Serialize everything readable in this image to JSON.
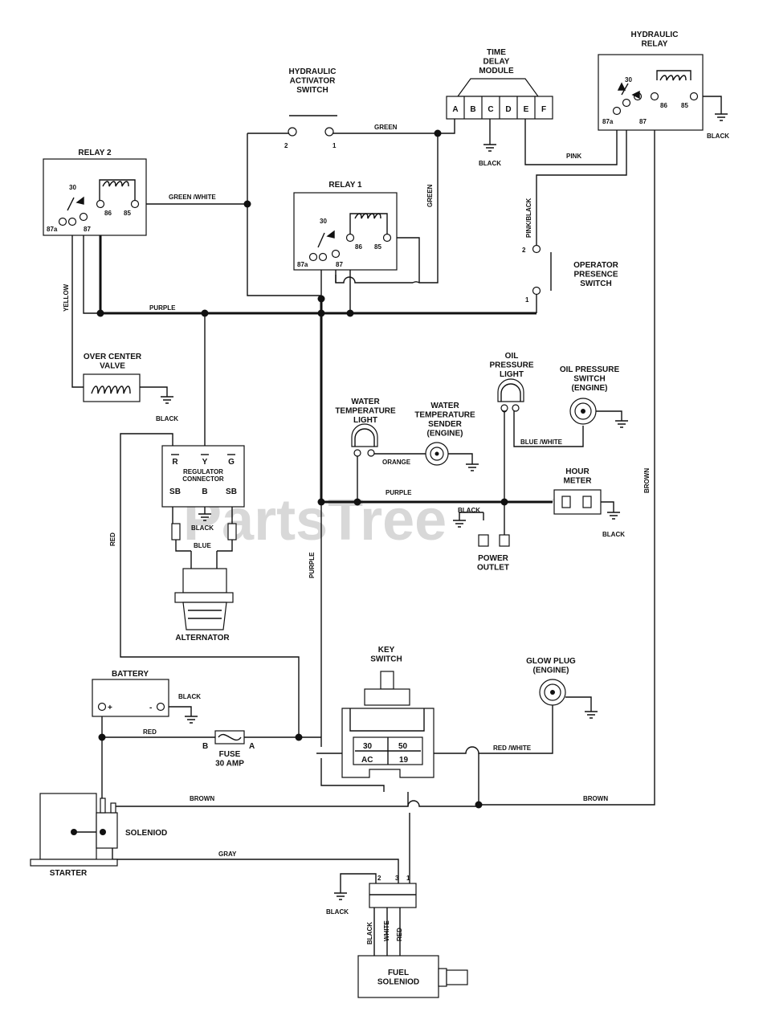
{
  "components": {
    "hydraulic_activator_switch": {
      "title": "HYDRAULIC\nACTIVATOR\nSWITCH",
      "pin_left": "2",
      "pin_right": "1"
    },
    "time_delay_module": {
      "title": "TIME\nDELAY\nMODULE",
      "pins": [
        "A",
        "B",
        "C",
        "D",
        "E",
        "F"
      ]
    },
    "hydraulic_relay": {
      "title": "HYDRAULIC\nRELAY",
      "pins": [
        "30",
        "87a",
        "87",
        "86",
        "85"
      ]
    },
    "relay_2": {
      "title": "RELAY 2",
      "pins": [
        "30",
        "87a",
        "87",
        "86",
        "85"
      ]
    },
    "relay_1": {
      "title": "RELAY 1",
      "pins": [
        "30",
        "87a",
        "87",
        "86",
        "85"
      ]
    },
    "operator_presence_switch": {
      "title": "OPERATOR\nPRESENCE\nSWITCH",
      "pin_top": "2",
      "pin_bottom": "1"
    },
    "over_center_valve": {
      "title": "OVER CENTER\nVALVE"
    },
    "regulator_connector": {
      "title": "REGULATOR\nCONNECTOR",
      "top_pins": [
        "R",
        "Y",
        "G"
      ],
      "bottom_pins": [
        "SB",
        "B",
        "SB"
      ]
    },
    "alternator": {
      "title": "ALTERNATOR"
    },
    "water_temperature_light": {
      "title": "WATER\nTEMPERATURE\nLIGHT"
    },
    "water_temperature_sender": {
      "title": "WATER\nTEMPERATURE\nSENDER\n(ENGINE)"
    },
    "oil_pressure_light": {
      "title": "OIL\nPRESSURE\nLIGHT"
    },
    "oil_pressure_switch": {
      "title": "OIL PRESSURE\nSWITCH\n(ENGINE)"
    },
    "hour_meter": {
      "title": "HOUR\nMETER"
    },
    "power_outlet": {
      "title": "POWER\nOUTLET"
    },
    "key_switch": {
      "title": "KEY\nSWITCH",
      "terminals": [
        "30",
        "50",
        "AC",
        "19"
      ]
    },
    "glow_plug": {
      "title": "GLOW PLUG\n(ENGINE)"
    },
    "battery": {
      "title": "BATTERY",
      "pos": "+",
      "neg": "-"
    },
    "fuse": {
      "title": "FUSE\n30 AMP",
      "pin_b": "B",
      "pin_a": "A"
    },
    "starter": {
      "title": "STARTER"
    },
    "solenoid": {
      "title": "SOLENIOD"
    },
    "fuel_solenoid": {
      "title": "FUEL\nSOLENIOD",
      "pins": [
        "2",
        "3",
        "1"
      ]
    }
  },
  "wire_labels": {
    "green": "GREEN",
    "green_white": "GREEN /WHITE",
    "green_vertical": "GREEN",
    "pink": "PINK",
    "pink_black": "PINK/BLACK",
    "black_tdm": "BLACK",
    "black_hyd": "BLACK",
    "yellow": "YELLOW",
    "purple_top": "PURPLE",
    "black_ocv": "BLACK",
    "purple_mid": "PURPLE",
    "purple_vertical": "PURPLE",
    "orange": "ORANGE",
    "blue_white": "BLUE /WHITE",
    "black_outlet": "BLACK",
    "black_hour": "BLACK",
    "brown_vertical": "BROWN",
    "red_vertical": "RED",
    "black_alt": "BLACK",
    "blue_alt": "BLUE",
    "black_batt": "BLACK",
    "red_fuse": "RED",
    "red_white": "RED /WHITE",
    "brown_left": "BROWN",
    "brown_right": "BROWN",
    "gray": "GRAY",
    "black_fuel": "BLACK",
    "fuel_black": "BLACK",
    "fuel_white": "WHITE",
    "fuel_red": "RED"
  },
  "watermark": "PartsTree",
  "watermark_tm": "™"
}
